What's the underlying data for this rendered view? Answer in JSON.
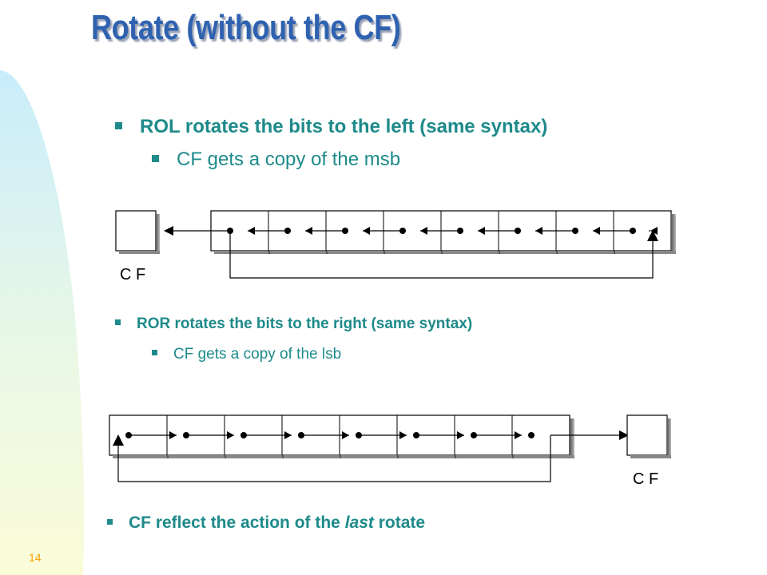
{
  "slide": {
    "title": "Rotate (without the CF)",
    "number": "14"
  },
  "bullets": {
    "rol": "ROL rotates the bits to the left (same syntax)",
    "rol_sub": "CF gets a copy of the msb",
    "ror": "ROR rotates the bits to the right (same syntax)",
    "ror_sub": "CF gets a copy of the lsb",
    "note_prefix": "CF reflect the action of the ",
    "note_emphasis": "last",
    "note_suffix": " rotate"
  },
  "diagrams": {
    "rol": {
      "cf_label": "C F",
      "bit_count": 8,
      "direction": "left"
    },
    "ror": {
      "cf_label": "C F",
      "bit_count": 8,
      "direction": "right"
    }
  },
  "colors": {
    "title": "#2E62B0",
    "bullet_text": "#1E8A8A",
    "slide_number": "#F5A000"
  }
}
